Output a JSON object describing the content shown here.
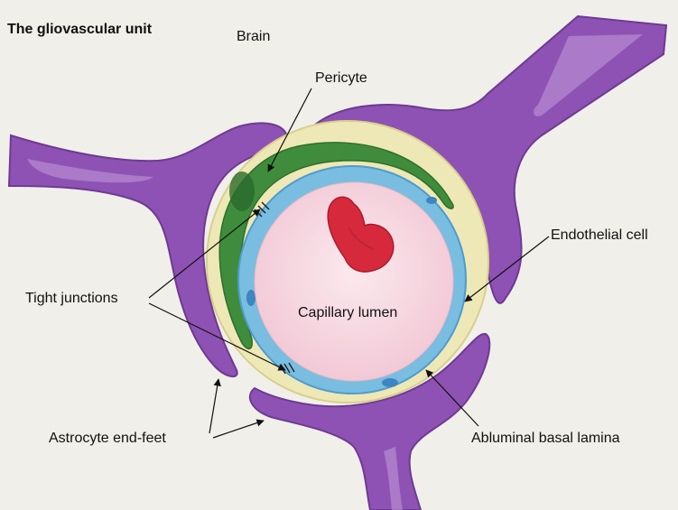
{
  "title": "The gliovascular unit",
  "labels": {
    "brain": "Brain",
    "pericyte": "Pericyte",
    "endothelial_cell": "Endothelial cell",
    "tight_junctions": "Tight junctions",
    "capillary_lumen": "Capillary lumen",
    "astrocyte_end_feet": "Astrocyte end-feet",
    "abluminal_basal_lamina": "Abluminal basal lamina"
  },
  "colors": {
    "astrocyte": "#8e52b4",
    "pericyte": "#3f8d3c",
    "endothelium": "#79bde0",
    "basal_lamina": "#eee8b6",
    "lumen": "#f6d6df",
    "red_blood_cell": "#d62a3c",
    "paper": "#f1efea"
  }
}
